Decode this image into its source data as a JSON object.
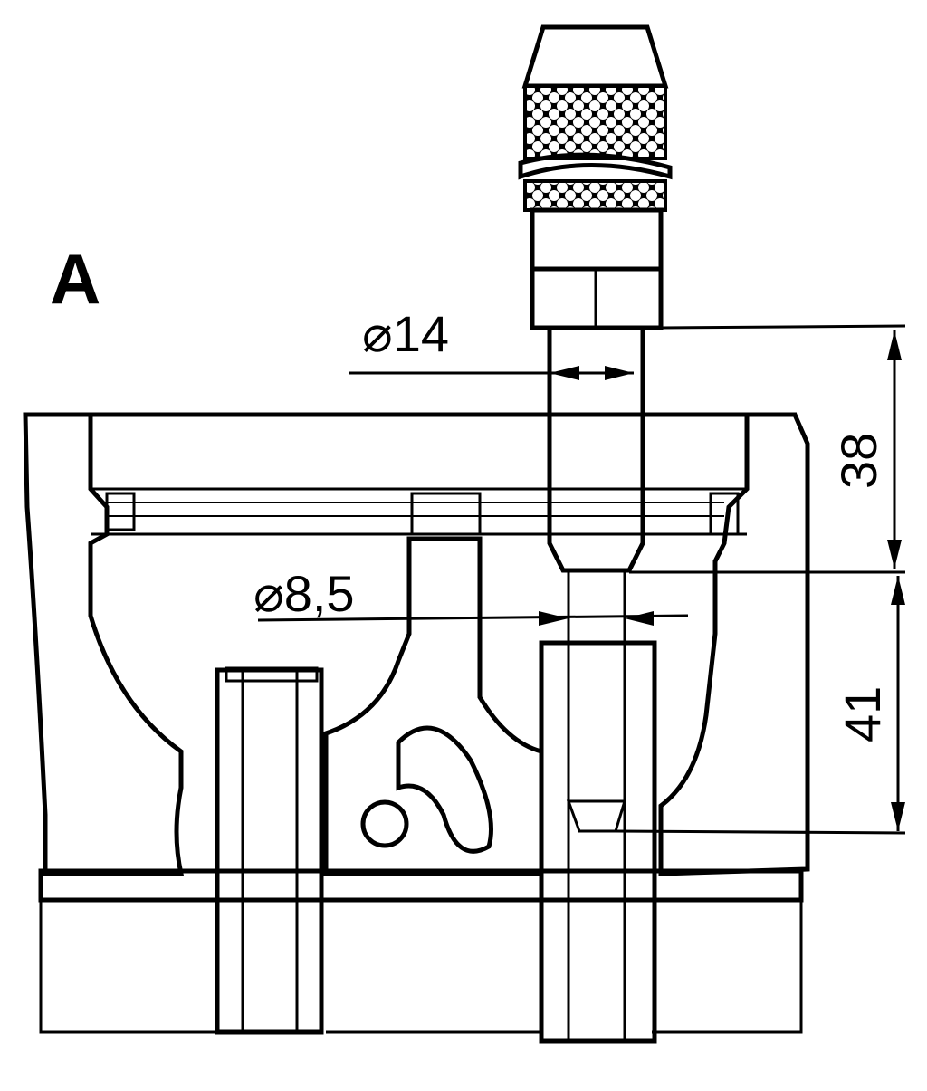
{
  "view_label": "A",
  "dimensions": {
    "shank_diameter": "⌀14",
    "bore_diameter": "⌀8,5",
    "upper_length": "38",
    "lower_length": "41"
  },
  "colors": {
    "ink": "#000000",
    "paper": "#ffffff"
  }
}
